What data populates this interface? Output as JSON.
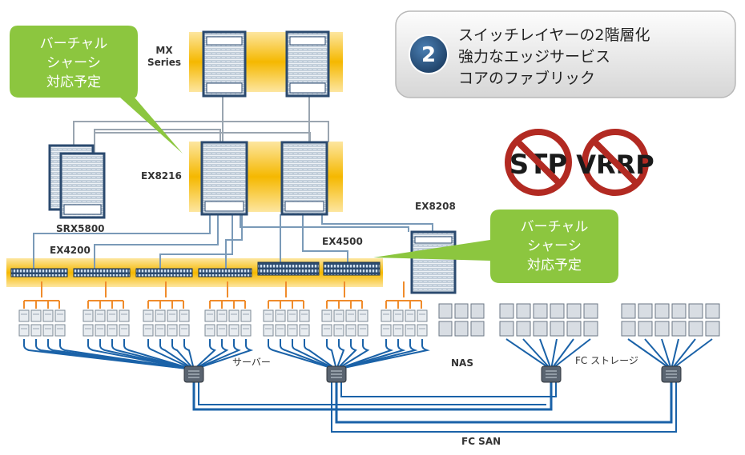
{
  "info_box": {
    "number": "2",
    "lines": [
      "スイッチレイヤーの2階層化",
      "強力なエッジサービス",
      "コアのファブリック"
    ]
  },
  "callouts": {
    "top_left": [
      "バーチャル",
      "シャーシ",
      "対応予定"
    ],
    "right": [
      "バーチャル",
      "シャーシ",
      "対応予定"
    ]
  },
  "prohibited": [
    "STP",
    "VRRP"
  ],
  "labels": {
    "mx_line1": "MX",
    "mx_line2": "Series",
    "ex8216": "EX8216",
    "srx5800": "SRX5800",
    "ex8208": "EX8208",
    "ex4200": "EX4200",
    "ex4500": "EX4500",
    "servers": "サーバー",
    "nas": "NAS",
    "fc_storage": "FC ストレージ",
    "fc_san": "FC SAN"
  },
  "colors": {
    "highlight": "#f5b800",
    "callout": "#8cc63f",
    "chassis": "#2b4a6f",
    "uplink": "#7a9ab8",
    "access": "#f08c2c",
    "san": "#1a62a8",
    "prohibited": "#c0392b"
  }
}
